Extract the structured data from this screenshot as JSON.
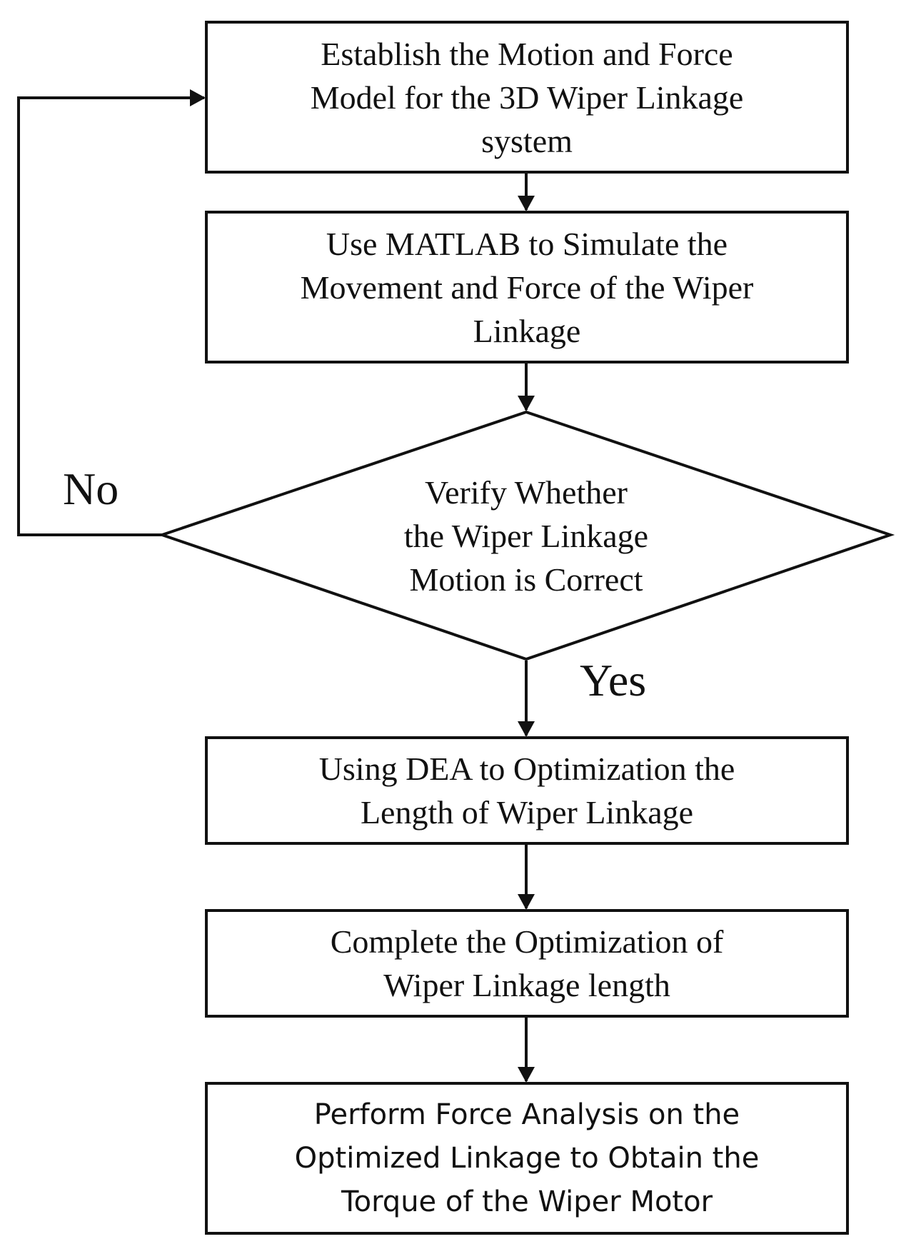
{
  "flowchart": {
    "step1": "Establish  the Motion and Force\nModel for the 3D Wiper Linkage\nsystem",
    "step2": "Use MATLAB to Simulate the\nMovement and Force of the Wiper\nLinkage",
    "decision": "Verify Whether\nthe Wiper Linkage\nMotion is Correct",
    "no_label": "No",
    "yes_label": "Yes",
    "step3": "Using DEA to Optimization the\nLength of Wiper Linkage",
    "step4": "Complete the Optimization of\nWiper Linkage length",
    "step5": "Perform Force Analysis on the\nOptimized Linkage to Obtain the\nTorque of the Wiper Motor"
  },
  "colors": {
    "stroke": "#111111",
    "background": "#ffffff"
  }
}
